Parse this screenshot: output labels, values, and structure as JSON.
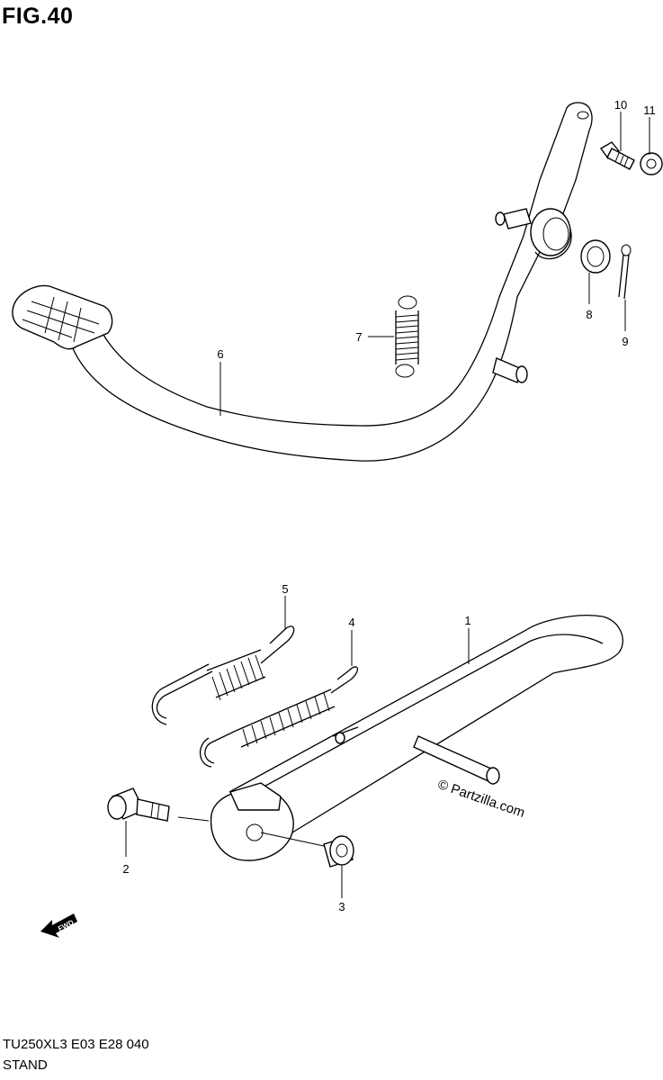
{
  "figure": {
    "title": "FIG.40"
  },
  "footer": {
    "code": "TU250XL3  E03  E28  040",
    "name": "STAND"
  },
  "watermark": "© Partzilla.com",
  "callouts": [
    "1",
    "2",
    "3",
    "4",
    "5",
    "6",
    "7",
    "8",
    "9",
    "10",
    "11"
  ],
  "fwd_label": "FWD"
}
